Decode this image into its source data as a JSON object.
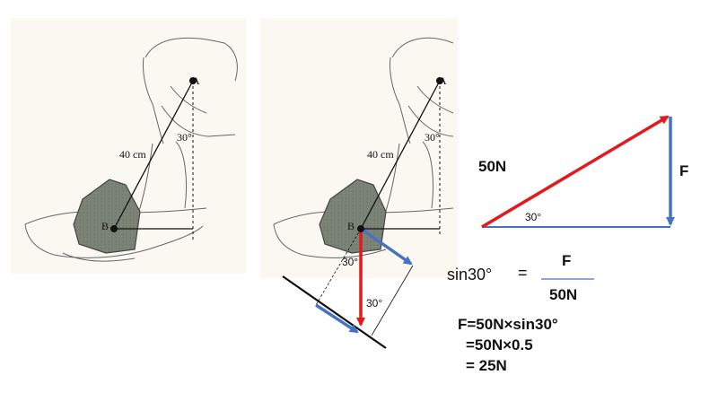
{
  "left_figure": {
    "point_a": "A",
    "point_b": "B",
    "length_label": "40 cm",
    "angle_label": "30°"
  },
  "middle_figure": {
    "point_a": "A",
    "point_b": "B",
    "length_label": "40 cm",
    "angle_label_top": "30°",
    "angle_label_b": "30°",
    "angle_label_box": "30°"
  },
  "triangle": {
    "force_label": "50N",
    "component_label": "F",
    "angle_label": "30°"
  },
  "formula": {
    "lhs": "sin30°",
    "equals": "=",
    "numerator": "F",
    "denominator": "50N",
    "line1": "F=50N×sin30°",
    "line2": "=50N×0.5",
    "line3": "= 25N"
  },
  "colors": {
    "red_vector": "#e3191c",
    "blue_vector": "#4472c4",
    "pad_dark": "#7c8478"
  }
}
